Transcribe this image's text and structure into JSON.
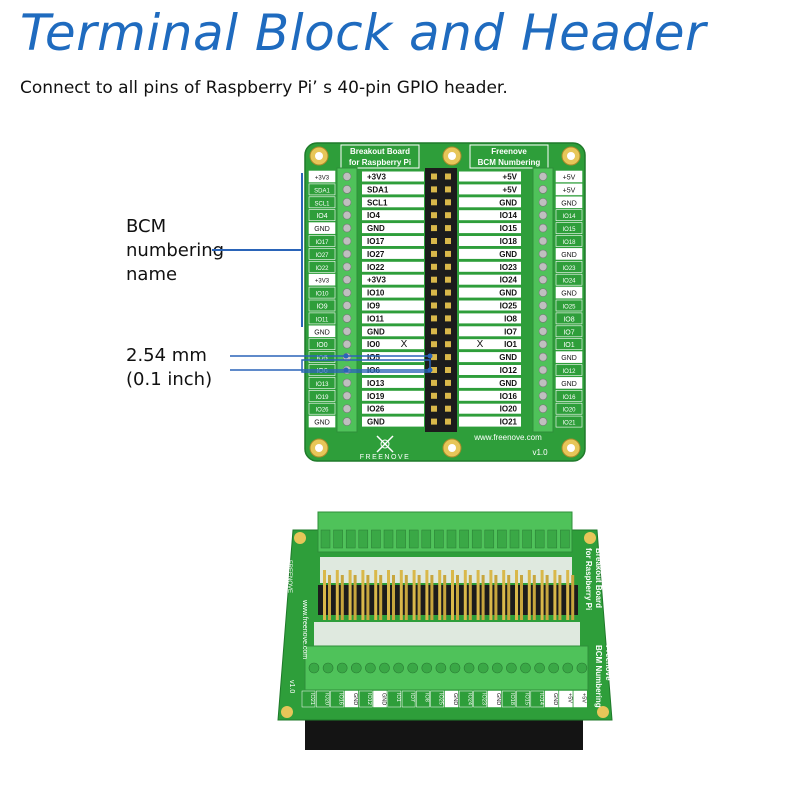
{
  "title": "Terminal Block and Header",
  "subtitle": "Connect to all pins of Raspberry Pi’ s 40-pin GPIO header.",
  "callouts": {
    "bcm_line1": "BCM",
    "bcm_line2": "numbering",
    "bcm_line3": "name",
    "pitch_line1": "2.54 mm",
    "pitch_line2": "(0.1 inch)"
  },
  "board": {
    "header_left_line1": "Breakout Board",
    "header_left_line2": "for Raspberry Pi",
    "header_right_line1": "Freenove",
    "header_right_line2": "BCM Numbering",
    "url": "www.freenove.com",
    "version": "v1.0",
    "brand": "FREENOVE",
    "left_labels": [
      "+3V3",
      "SDA1",
      "SCL1",
      "IO4",
      "GND",
      "IO17",
      "IO27",
      "IO22",
      "+3V3",
      "IO10",
      "IO9",
      "IO11",
      "GND",
      "IO0",
      "IO5",
      "IO6",
      "IO13",
      "IO19",
      "IO26",
      "GND"
    ],
    "right_labels": [
      "+5V",
      "+5V",
      "GND",
      "IO14",
      "IO15",
      "IO18",
      "GND",
      "IO23",
      "IO24",
      "GND",
      "IO25",
      "IO8",
      "IO7",
      "IO1",
      "GND",
      "IO12",
      "GND",
      "IO16",
      "IO20",
      "IO21"
    ],
    "bottom_row_labels": [
      "IO21",
      "IO20",
      "IO16",
      "GND",
      "IO12",
      "GND",
      "IO1",
      "IO7",
      "IO8",
      "IO25",
      "GND",
      "IO24",
      "IO23",
      "GND",
      "IO18",
      "IO15",
      "IO14",
      "GND",
      "+5V",
      "+5V"
    ],
    "nc_mark": "X"
  },
  "colors": {
    "title_blue": "#1f6bbf",
    "pcb_green": "#2e9e3a",
    "terminal_green": "#4fc25a",
    "callout_blue": "#2a64b8"
  }
}
